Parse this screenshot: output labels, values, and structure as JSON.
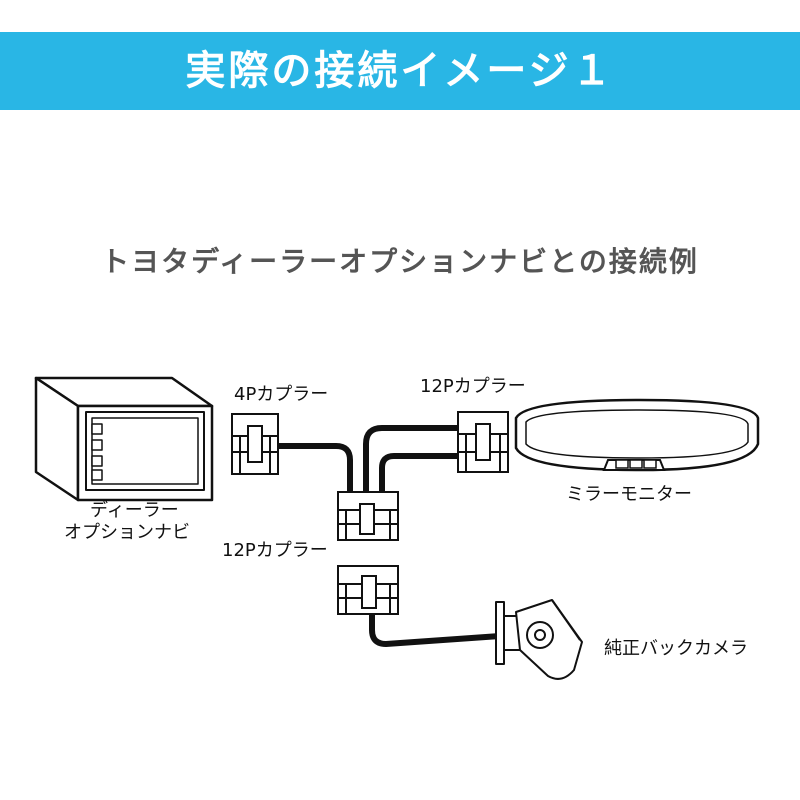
{
  "header": {
    "title": "実際の接続イメージ１"
  },
  "subtitle": "トヨタディーラーオプションナビとの接続例",
  "diagram": {
    "labels": {
      "navi_line1": "ディーラー",
      "navi_line2": "オプションナビ",
      "coupler_4p": "4Pカプラー",
      "coupler_12p_top": "12Pカプラー",
      "coupler_12p_bottom": "12Pカプラー",
      "mirror_monitor": "ミラーモニター",
      "back_camera": "純正バックカメラ"
    },
    "colors": {
      "banner": "#29b6e5",
      "line": "#111111"
    }
  }
}
